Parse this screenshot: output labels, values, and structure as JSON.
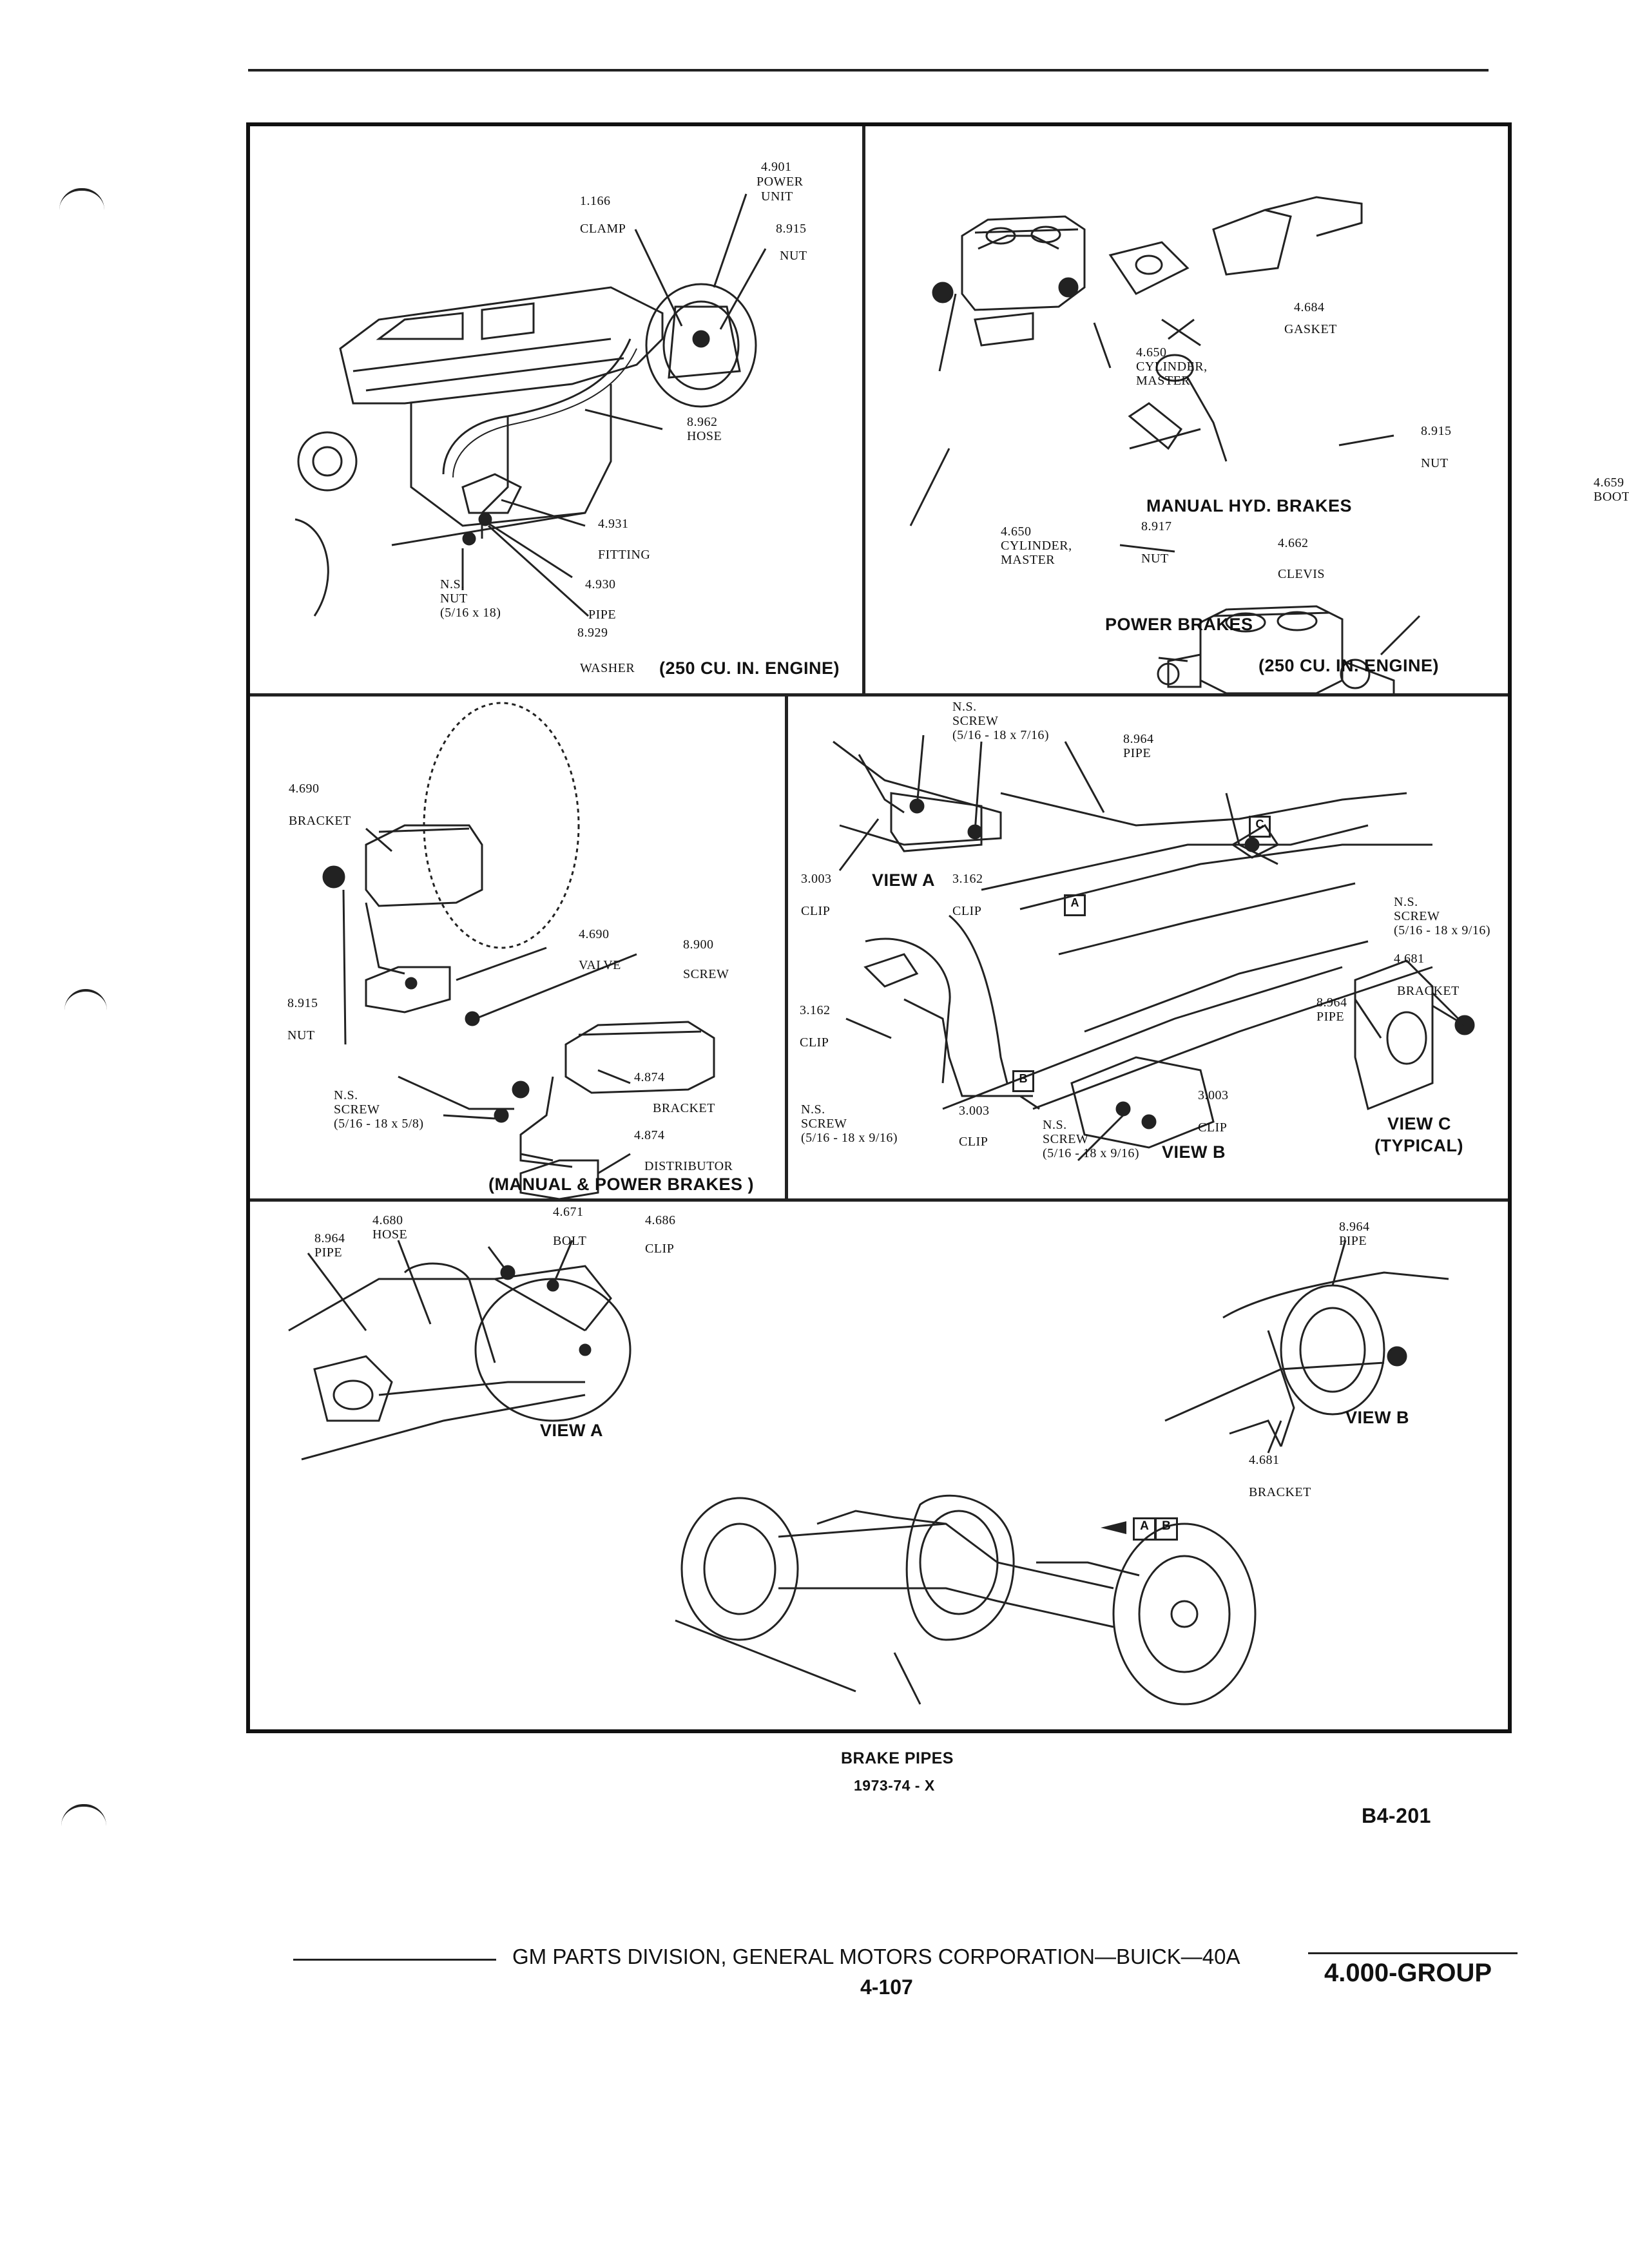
{
  "panel1": {
    "p_1166": "1.166",
    "clamp": "CLAMP",
    "p_4901": "4.901",
    "power": "POWER",
    "unit": "UNIT",
    "p_8915": "8.915",
    "nut": "NUT",
    "p_8962": "8.962",
    "hose": "HOSE",
    "p_4931": "4.931",
    "fitting": "FITTING",
    "p_4930": "4.930",
    "pipe": "PIPE",
    "p_8929": "8.929",
    "washer": "WASHER",
    "ns": "N.S.",
    "nut2": "NUT",
    "size": "(5/16 x 18)",
    "engine": "(250 CU. IN. ENGINE)"
  },
  "panel2": {
    "p_4684": "4.684",
    "gasket": "GASKET",
    "p_4650a": "4.650",
    "cylinder_a": "CYLINDER,",
    "master_a": "MASTER",
    "p_8915": "8.915",
    "nut": "NUT",
    "manual": "MANUAL HYD. BRAKES",
    "p_8917": "8.917",
    "nut2": "NUT",
    "p_4662": "4.662",
    "clevis": "CLEVIS",
    "p_4659": "4.659",
    "boot": "BOOT",
    "p_4650b": "4.650",
    "cylinder_b": "CYLINDER,",
    "master_b": "MASTER",
    "power": "POWER BRAKES",
    "engine": "(250 CU. IN. ENGINE)"
  },
  "panel3": {
    "p_4690a": "4.690",
    "bracket_a": "BRACKET",
    "p_4690b": "4.690",
    "valve": "VALVE",
    "p_8900": "8.900",
    "screw": "SCREW",
    "p_8915": "8.915",
    "nut": "NUT",
    "ns": "N.S.",
    "screw2": "SCREW",
    "size": "(5/16 - 18 x 5/8)",
    "p_4874a": "4.874",
    "bracket_b": "BRACKET",
    "p_4874b": "4.874",
    "distributor": "DISTRIBUTOR",
    "caption": "(MANUAL & POWER BRAKES )"
  },
  "panel4": {
    "ns_a": "N.S.",
    "screw_a": "SCREW",
    "size_a": "(5/16 - 18 x 7/16)",
    "p_8964": "8.964",
    "pipe": "PIPE",
    "p_3003a": "3.003",
    "clip_a": "CLIP",
    "view_a": "VIEW A",
    "p_3162a": "3.162",
    "clip_b": "CLIP",
    "ns_c": "N.S.",
    "screw_c": "SCREW",
    "size_c": "(5/16 - 18 x 9/16)",
    "p_4681": "4.681",
    "bracket": "BRACKET",
    "p_8964b": "8.964",
    "pipe_b": "PIPE",
    "p_3162b": "3.162",
    "clip_c": "CLIP",
    "ns_d": "N.S.",
    "screw_d": "SCREW",
    "size_d": "(5/16 - 18 x 9/16)",
    "p_3003b": "3.003",
    "clip_d": "CLIP",
    "ns_e": "N.S.",
    "screw_e": "SCREW",
    "size_e": "(5/16 - 18 x 9/16)",
    "view_b": "VIEW B",
    "p_3003c": "3.003",
    "clip_e": "CLIP",
    "view_c": "VIEW C",
    "typical": "(TYPICAL)"
  },
  "panel5": {
    "p_4680": "4.680",
    "hose": "HOSE",
    "p_8964a": "8.964",
    "pipe_a": "PIPE",
    "p_4671": "4.671",
    "bolt": "BOLT",
    "p_4686": "4.686",
    "clip": "CLIP",
    "view_a": "VIEW A",
    "p_8964b": "8.964",
    "pipe_b": "PIPE",
    "view_b": "VIEW B",
    "p_4681": "4.681",
    "bracket": "BRACKET",
    "tag_a": "A",
    "tag_b": "B"
  },
  "caption": {
    "title": "BRAKE PIPES",
    "years": "1973-74 - X",
    "code": "B4-201"
  },
  "footer": {
    "division": "GM PARTS DIVISION, GENERAL MOTORS CORPORATION—BUICK—40A",
    "page": "4-107",
    "group": "4.000-GROUP"
  },
  "tags4": {
    "a": "A",
    "b": "B",
    "c": "C"
  }
}
